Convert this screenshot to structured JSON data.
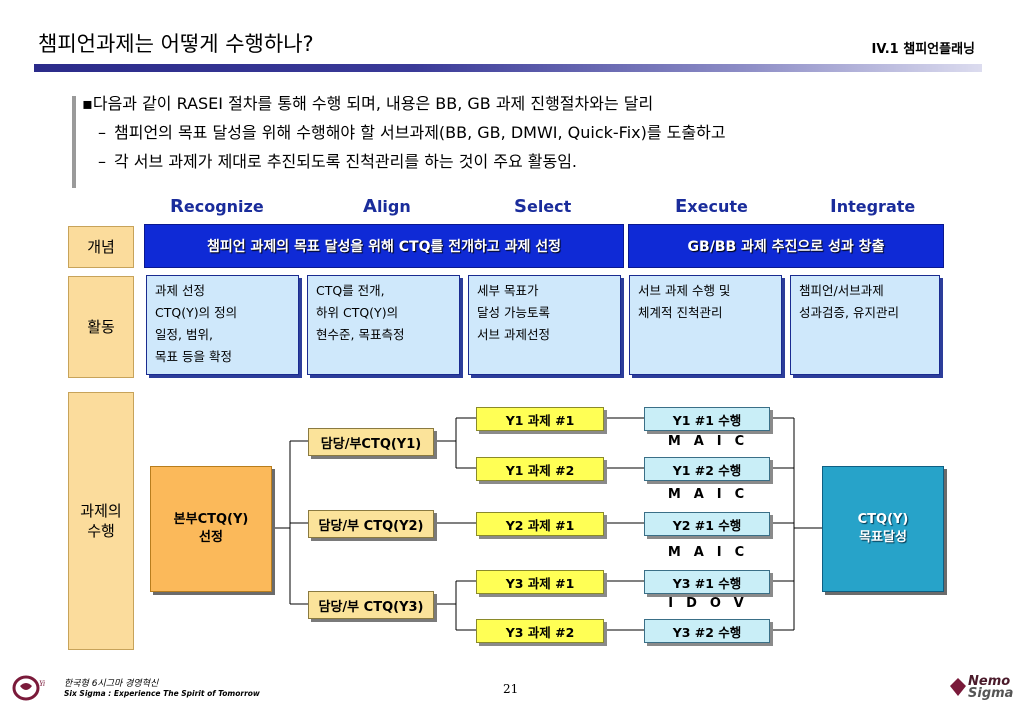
{
  "header": {
    "title": "챔피언과제는 어떻게 수행하나?",
    "section": "IV.1 챔피언플래닝"
  },
  "intro": {
    "bullet": "▪",
    "line1": "다음과 같이 RASEI 절차를 통해 수행 되며, 내용은 BB, GB 과제 진행절차와는 달리",
    "dash": "–",
    "line2": "챔피언의 목표 달성을 위해 수행해야 할 서브과제(BB, GB, DMWI, Quick-Fix)를 도출하고",
    "line3": "각 서브 과제가 제대로 추진되도록 진척관리를 하는 것이 주요 활동임."
  },
  "phases": [
    {
      "first": "R",
      "rest": "ecognize"
    },
    {
      "first": "A",
      "rest": "lign"
    },
    {
      "first": "S",
      "rest": "elect"
    },
    {
      "first": "E",
      "rest": "xecute"
    },
    {
      "first": "I",
      "rest": "ntegrate"
    }
  ],
  "categories": {
    "concept": "개념",
    "activity": "활동",
    "execution": "과제의\n수행"
  },
  "concept_bars": {
    "left": "챔피언 과제의 목표 달성을 위해 CTQ를 전개하고 과제 선정",
    "right": "GB/BB 과제 추진으로 성과 창출"
  },
  "activities": [
    "과제 선정\nCTQ(Y)의 정의\n일정, 범위,\n목표 등을 확정",
    "CTQ를 전개,\n하위 CTQ(Y)의\n현수준, 목표측정",
    "세부 목표가\n달성 가능토록\n서브 과제선정",
    "서브 과제 수행 및\n체계적 진척관리",
    "챔피언/서브과제\n성과검증, 유지관리"
  ],
  "flow": {
    "main": "본부CTQ(Y)\n선정",
    "result": "CTQ(Y)\n목표달성",
    "subs": [
      "담당/부CTQ(Y1)",
      "담당/부 CTQ(Y2)",
      "담당/부 CTQ(Y3)"
    ],
    "tasks": [
      "Y1 과제 #1",
      "Y1 과제 #2",
      "Y2 과제 #1",
      "Y3 과제 #1",
      "Y3 과제 #2"
    ],
    "execs": [
      "Y1 #1 수행",
      "Y1 #2 수행",
      "Y2 #1 수행",
      "Y3 #1 수행",
      "Y3 #2 수행"
    ],
    "methods": [
      "MAIC",
      "MAIC",
      "MAIC",
      "IDOV"
    ]
  },
  "footer": {
    "korean": "한국형 6시그마 경영혁신",
    "english": "Six Sigma : Experience The Spirit of Tomorrow",
    "page": "21",
    "logo_top": "Nemo",
    "logo_bottom": "Sigma",
    "logo_left": "Yi"
  },
  "colors": {
    "phase_text": "#1a2c9b",
    "concept_bar": "#0f2ad6",
    "activity_box": "#cfe8fb",
    "main_box": "#fbb95a",
    "result_box": "#27a3c9",
    "sub_box": "#fbe39a",
    "task_box": "#ffff55",
    "exec_box": "#c9eef7",
    "category": "#fbdc9c"
  }
}
